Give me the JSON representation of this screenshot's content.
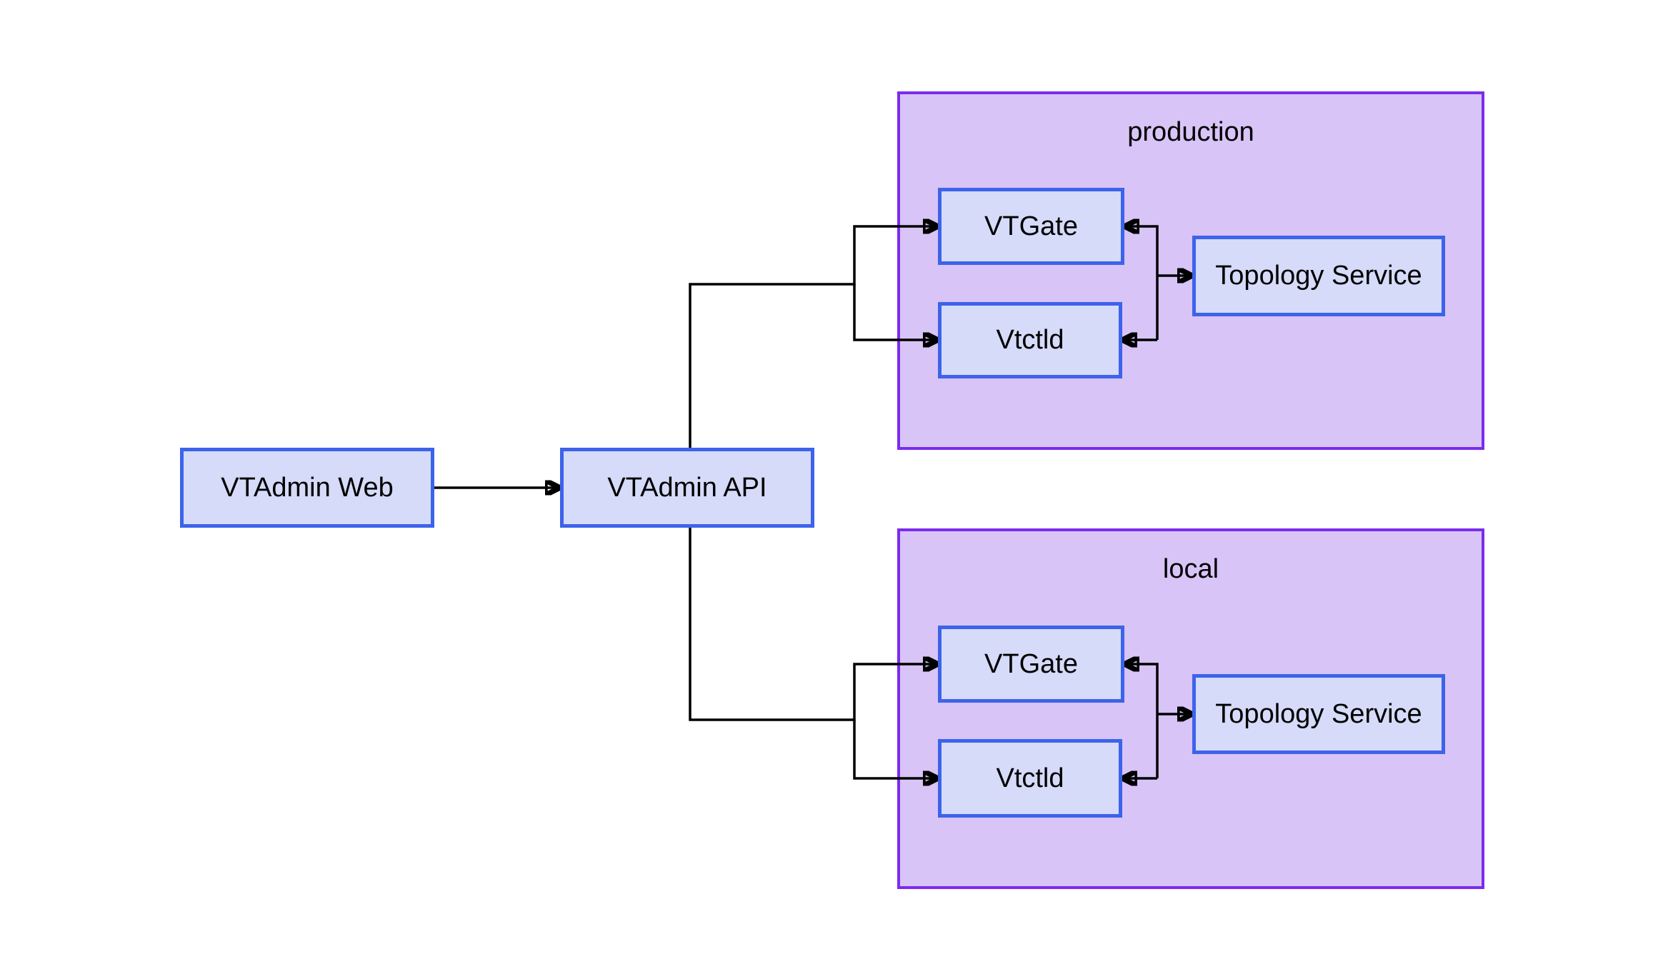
{
  "diagram": {
    "type": "architecture-flowchart",
    "clusters": {
      "production": {
        "label": "production"
      },
      "local": {
        "label": "local"
      }
    },
    "nodes": {
      "vtadmin_web": {
        "label": "VTAdmin Web"
      },
      "vtadmin_api": {
        "label": "VTAdmin API"
      },
      "prod_vtgate": {
        "label": "VTGate"
      },
      "prod_vtctld": {
        "label": "Vtctld"
      },
      "prod_topology": {
        "label": "Topology Service"
      },
      "local_vtgate": {
        "label": "VTGate"
      },
      "local_vtctld": {
        "label": "Vtctld"
      },
      "local_topology": {
        "label": "Topology Service"
      }
    },
    "edges": [
      {
        "from": "vtadmin_web",
        "to": "vtadmin_api"
      },
      {
        "from": "vtadmin_api",
        "to": "prod_vtgate"
      },
      {
        "from": "vtadmin_api",
        "to": "prod_vtctld"
      },
      {
        "from": "vtadmin_api",
        "to": "local_vtgate"
      },
      {
        "from": "vtadmin_api",
        "to": "local_vtctld"
      },
      {
        "from": "prod_topology_junction",
        "to": "prod_vtgate"
      },
      {
        "from": "prod_topology_junction",
        "to": "prod_vtctld"
      },
      {
        "from": "prod_topology_junction",
        "to": "prod_topology"
      },
      {
        "from": "local_topology_junction",
        "to": "local_vtgate"
      },
      {
        "from": "local_topology_junction",
        "to": "local_vtctld"
      },
      {
        "from": "local_topology_junction",
        "to": "local_topology"
      }
    ],
    "colors": {
      "canvas_bg": "#ffffff",
      "cluster_fill": "#d8c4f6",
      "cluster_border": "#7c2bee",
      "node_fill": "#d5dbf8",
      "node_border": "#3d63ea",
      "edge_color": "#000000",
      "text_color": "#000000"
    }
  }
}
